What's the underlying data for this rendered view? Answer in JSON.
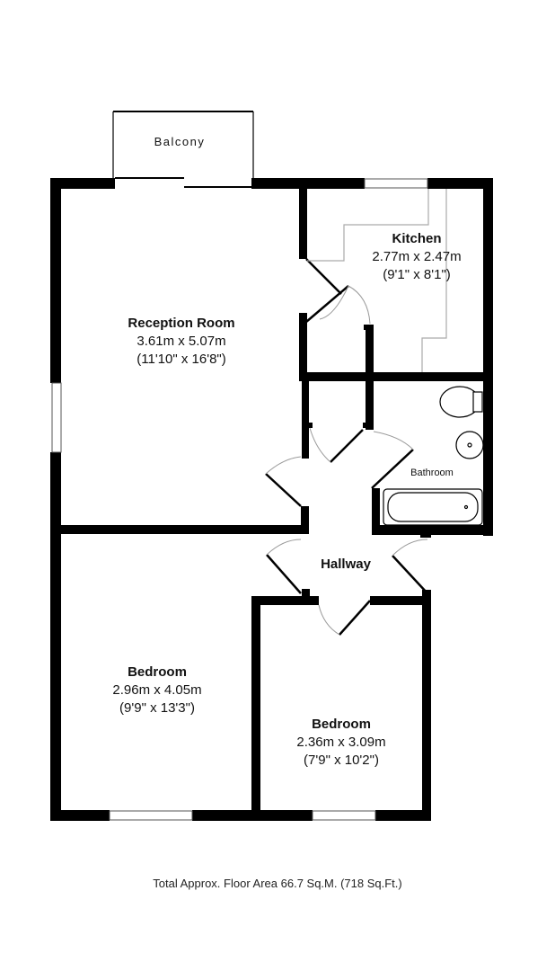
{
  "floorplan": {
    "balcony": {
      "name": "Balcony"
    },
    "rooms": [
      {
        "id": "reception",
        "name": "Reception Room",
        "metric": "3.61m x 5.07m",
        "imperial": "(11'10\" x 16'8\")"
      },
      {
        "id": "kitchen",
        "name": "Kitchen",
        "metric": "2.77m x 2.47m",
        "imperial": "(9'1\" x 8'1\")"
      },
      {
        "id": "bathroom",
        "name": "Bathroom"
      },
      {
        "id": "hallway",
        "name": "Hallway"
      },
      {
        "id": "bedroom1",
        "name": "Bedroom",
        "metric": "2.96m x 4.05m",
        "imperial": "(9'9\" x 13'3\")"
      },
      {
        "id": "bedroom2",
        "name": "Bedroom",
        "metric": "2.36m x 3.09m",
        "imperial": "(7'9\" x 10'2\")"
      }
    ],
    "total_area": "Total Approx. Floor Area 66.7 Sq.M. (718 Sq.Ft.)",
    "colors": {
      "wall": "#000000",
      "fixture": "#999999",
      "background": "#ffffff"
    }
  }
}
